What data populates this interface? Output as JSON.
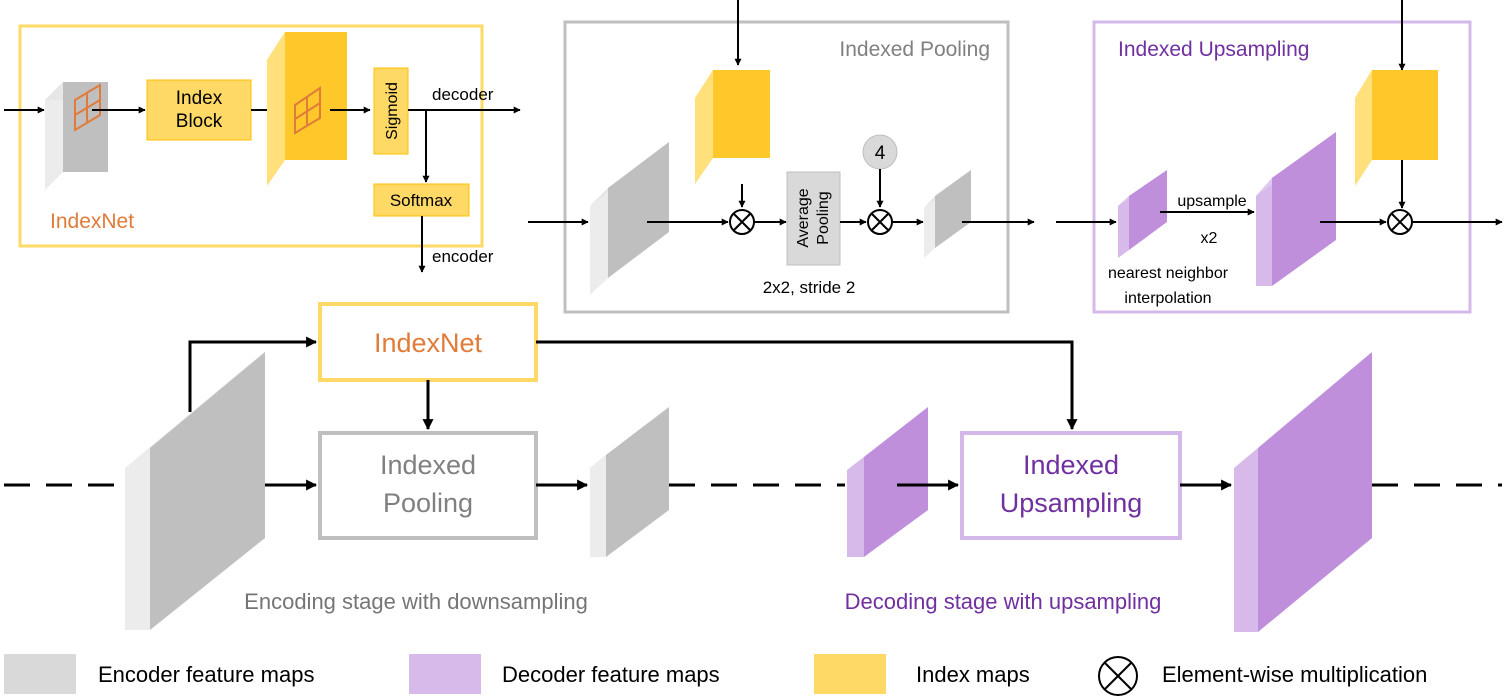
{
  "colors": {
    "encoder_light": "#d9d9d9",
    "encoder_dark": "#bfbfbf",
    "encoder_side": "#ececec",
    "decoder_light": "#e0c8ee",
    "decoder_dark": "#bf8fdc",
    "decoder_side": "#d7b9ea",
    "index_light": "#ffe07a",
    "index_dark": "#ffc82a",
    "index_side": "#ffd966",
    "indexnet_border": "#ffd966",
    "pooling_border": "#bfbfbf",
    "upsampling_border": "#d4b8ea",
    "orange_text": "#e07b39",
    "purple_text": "#7030a0",
    "grey_text": "#808080",
    "gray_text": "#757575"
  },
  "panels": {
    "indexnet": {
      "label": "IndexNet",
      "index_block": [
        "Index",
        "Block"
      ],
      "sigmoid": "Sigmoid",
      "softmax": "Softmax",
      "decoder_label": "decoder",
      "encoder_label": "encoder"
    },
    "pooling": {
      "title": "Indexed Pooling",
      "avg_pooling": [
        "Average",
        "Pooling"
      ],
      "stride_label": "2x2, stride 2",
      "factor": "4"
    },
    "upsampling": {
      "title": "Indexed Upsampling",
      "upsample_label": "upsample",
      "factor_label": "x2",
      "interp_label": [
        "nearest neighbor",
        "interpolation"
      ]
    }
  },
  "pipeline": {
    "indexnet": "IndexNet",
    "indexed_pooling": [
      "Indexed",
      "Pooling"
    ],
    "indexed_upsampling": [
      "Indexed",
      "Upsampling"
    ],
    "encoding_caption": "Encoding stage with downsampling",
    "decoding_caption": "Decoding stage with upsampling"
  },
  "legend": {
    "encoder": "Encoder feature maps",
    "decoder": "Decoder feature maps",
    "index": "Index maps",
    "multiply": "Element-wise multiplication"
  }
}
